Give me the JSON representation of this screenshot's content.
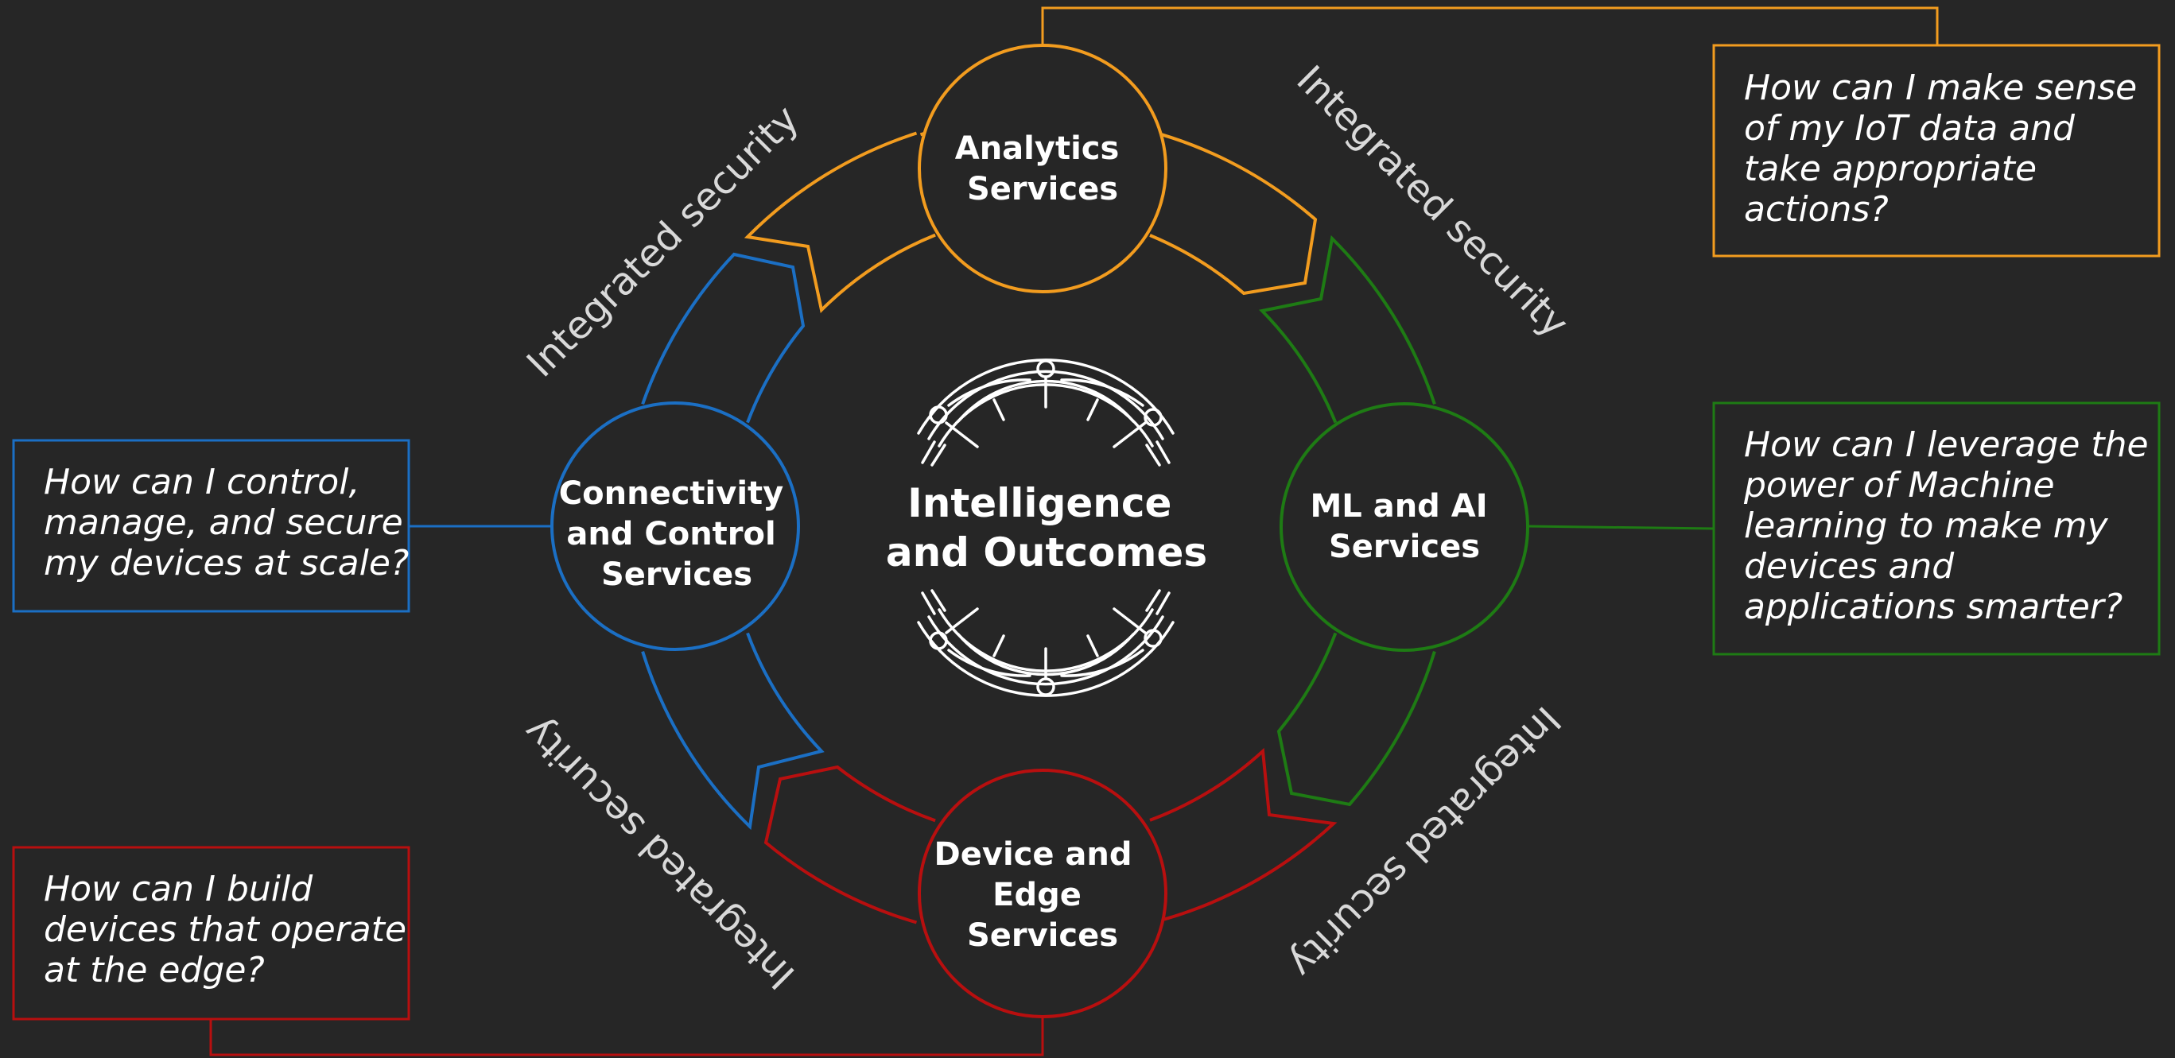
{
  "center": {
    "line1": "Intelligence",
    "line2": "and Outcomes",
    "icon": "circuit-arcs-icon"
  },
  "services": {
    "analytics": {
      "lines": [
        "Analytics",
        "Services"
      ],
      "color": "#f29c1f"
    },
    "ml": {
      "lines": [
        "ML and AI",
        "Services"
      ],
      "color": "#1e7b14"
    },
    "device": {
      "lines": [
        "Device and",
        "Edge",
        "Services"
      ],
      "color": "#b80f0f"
    },
    "connectivity": {
      "lines": [
        "Connectivity",
        "and Control",
        "Services"
      ],
      "color": "#1b6fc4"
    }
  },
  "questions": {
    "analytics": [
      "How can I make sense",
      "of my IoT data and",
      "take appropriate",
      "actions?"
    ],
    "ml": [
      "How can I leverage the",
      "power of Machine",
      "learning to make my",
      "devices and",
      "applications smarter?"
    ],
    "connectivity": [
      "How can I control,",
      "manage, and secure",
      "my devices at scale?"
    ],
    "device": [
      "How can I build",
      "devices that operate",
      "at the edge?"
    ]
  },
  "security_label": "Integrated security"
}
